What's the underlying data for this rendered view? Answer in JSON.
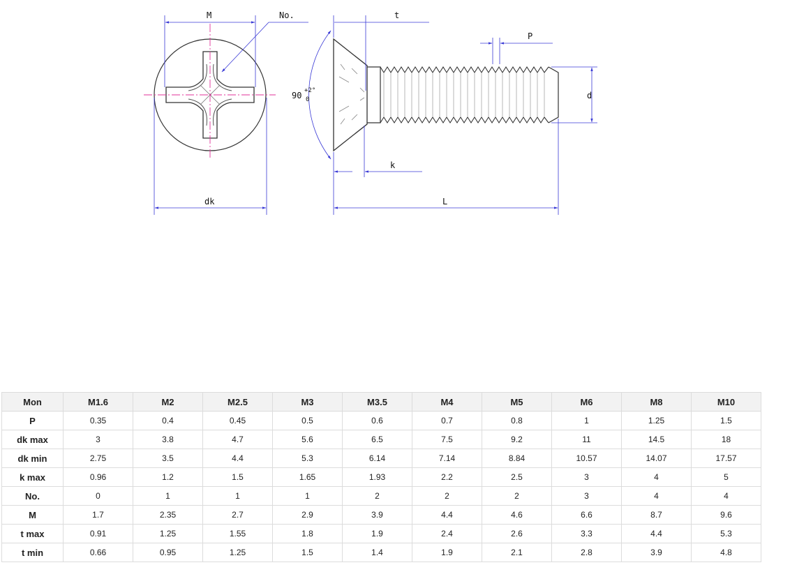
{
  "drawing": {
    "labels": {
      "M": "M",
      "No": "No.",
      "dk": "dk",
      "t": "t",
      "P": "P",
      "d": "d",
      "k": "k",
      "L": "L",
      "angle": "90",
      "angle_tol_upper": "+2°",
      "angle_tol_lower": "0"
    },
    "colors": {
      "outline": "#333333",
      "dimension": "#3a3ad6",
      "centerline": "#e0309a"
    }
  },
  "table": {
    "headers": [
      "Mon",
      "M1.6",
      "M2",
      "M2.5",
      "M3",
      "M3.5",
      "M4",
      "M5",
      "M6",
      "M8",
      "M10"
    ],
    "rows": [
      {
        "label": "P",
        "values": [
          "0.35",
          "0.4",
          "0.45",
          "0.5",
          "0.6",
          "0.7",
          "0.8",
          "1",
          "1.25",
          "1.5"
        ]
      },
      {
        "label": "dk max",
        "values": [
          "3",
          "3.8",
          "4.7",
          "5.6",
          "6.5",
          "7.5",
          "9.2",
          "11",
          "14.5",
          "18"
        ]
      },
      {
        "label": "dk min",
        "values": [
          "2.75",
          "3.5",
          "4.4",
          "5.3",
          "6.14",
          "7.14",
          "8.84",
          "10.57",
          "14.07",
          "17.57"
        ]
      },
      {
        "label": "k max",
        "values": [
          "0.96",
          "1.2",
          "1.5",
          "1.65",
          "1.93",
          "2.2",
          "2.5",
          "3",
          "4",
          "5"
        ]
      },
      {
        "label": "No.",
        "values": [
          "0",
          "1",
          "1",
          "1",
          "2",
          "2",
          "2",
          "3",
          "4",
          "4"
        ]
      },
      {
        "label": "M",
        "values": [
          "1.7",
          "2.35",
          "2.7",
          "2.9",
          "3.9",
          "4.4",
          "4.6",
          "6.6",
          "8.7",
          "9.6"
        ]
      },
      {
        "label": "t max",
        "values": [
          "0.91",
          "1.25",
          "1.55",
          "1.8",
          "1.9",
          "2.4",
          "2.6",
          "3.3",
          "4.4",
          "5.3"
        ]
      },
      {
        "label": "t min",
        "values": [
          "0.66",
          "0.95",
          "1.25",
          "1.5",
          "1.4",
          "1.9",
          "2.1",
          "2.8",
          "3.9",
          "4.8"
        ]
      }
    ]
  }
}
